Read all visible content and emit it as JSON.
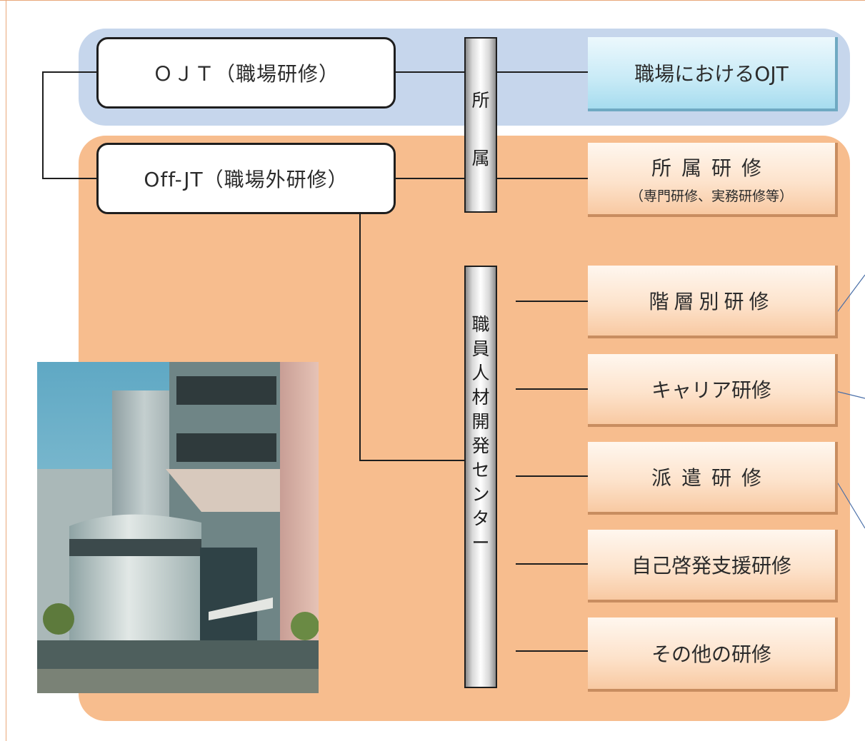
{
  "ojt_box": {
    "label": "ＯＪＴ（職場研修）"
  },
  "offjt_box": {
    "label": "Off-JT（職場外研修）"
  },
  "affiliation_pillar": {
    "chars": [
      "所",
      "属"
    ]
  },
  "center_pillar": {
    "chars": [
      "職",
      "員",
      "人",
      "材",
      "開",
      "発",
      "セ",
      "ン",
      "タ",
      "ー"
    ]
  },
  "workplace_ojt": {
    "label": "職場におけるOJT"
  },
  "affiliation_training": {
    "label": "所属研修",
    "sub": "（専門研修、実務研修等）"
  },
  "center_trainings": [
    {
      "label": "階層別研修"
    },
    {
      "label": "キャリア研修"
    },
    {
      "label": "派遣研修"
    },
    {
      "label": "自己啓発支援研修"
    },
    {
      "label": "その他の研修"
    }
  ],
  "colors": {
    "blue_band": "#c6d6ec",
    "orange_band": "#f7bd8e",
    "line": "#1e1e1e"
  }
}
